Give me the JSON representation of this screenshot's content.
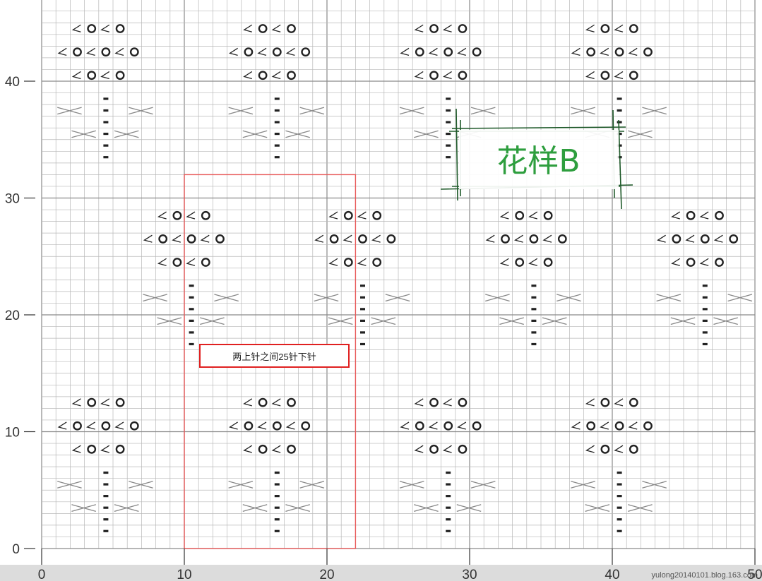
{
  "diagram": {
    "type": "knitting-chart",
    "grid_columns": 50,
    "grid_rows": 47,
    "x_axis_labels": [
      "0",
      "10",
      "20",
      "30",
      "40",
      "50"
    ],
    "y_axis_labels": [
      "0",
      "10",
      "20",
      "30",
      "40"
    ],
    "pattern_title": "花样B",
    "note": "两上针之间25针下针",
    "watermark": "yulong20140101.blog.163.com",
    "colors": {
      "grid": "#b8b8b8",
      "grid_major": "#8a8a8a",
      "symbol": "#222222",
      "cross": "#888888",
      "highlight": "#e85a5a",
      "title": "#2e9e3e",
      "title_border": "#1f5a2a"
    },
    "symbols": {
      "yarn_over": "o",
      "k2tog": "<",
      "purl": "-",
      "cable": "><"
    },
    "motif_anchors": [
      {
        "col": 4,
        "row": 0
      },
      {
        "col": 16,
        "row": 0
      },
      {
        "col": 28,
        "row": 0
      },
      {
        "col": 40,
        "row": 0
      },
      {
        "col": 10,
        "row": 16
      },
      {
        "col": 22,
        "row": 16
      },
      {
        "col": 34,
        "row": 16
      },
      {
        "col": 46,
        "row": 16
      },
      {
        "col": 4,
        "row": 32
      },
      {
        "col": 16,
        "row": 32
      },
      {
        "col": 28,
        "row": 32
      },
      {
        "col": 40,
        "row": 32
      }
    ],
    "highlight_range": {
      "col_start": 10,
      "col_end": 22,
      "row_start": 0,
      "row_end": 32
    }
  }
}
